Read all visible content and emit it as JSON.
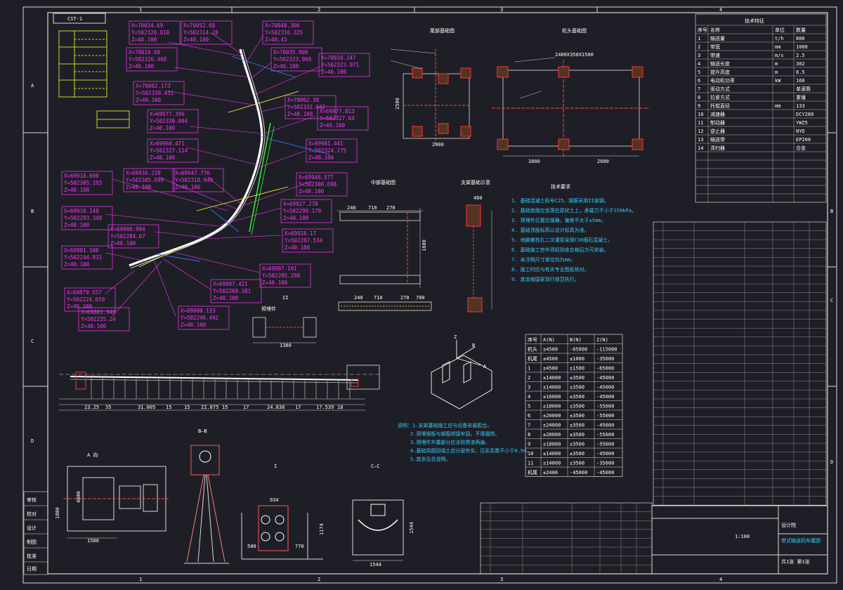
{
  "border_columns": [
    "1",
    "2",
    "3",
    "4"
  ],
  "border_rows": [
    "A",
    "B",
    "C",
    "D"
  ],
  "drawing_code": "CST-1",
  "coord_labels": [
    {
      "X": "X=70034.69",
      "Y": "Y=502320.818",
      "Z": "Z=40.100"
    },
    {
      "X": "X=70052.68",
      "Y": "Y=502314.28",
      "Z": "Z=40.100"
    },
    {
      "X": "X=70048.306",
      "Y": "Y=502316.325",
      "Z": "Z=40.43"
    },
    {
      "X": "X=70016.68",
      "Y": "Y=502326.468",
      "Z": "Z=40.100"
    },
    {
      "X": "X=70035.906",
      "Y": "Y=502323.969",
      "Z": "Z=40.100"
    },
    {
      "X": "X=70018.247",
      "Y": "Y=502323.971",
      "Z": "Z=40.100"
    },
    {
      "X": "X=70002.173",
      "Y": "Y=502330.451",
      "Z": "Z=40.100"
    },
    {
      "X": "X=70002.38",
      "Y": "Y=502332.642",
      "Z": "Z=40.100"
    },
    {
      "X": "X=69977.813",
      "Y": "Y=502327.64",
      "Z": "Z=40.100"
    },
    {
      "X": "X=69977.396",
      "Y": "Y=502330.004",
      "Z": "Z=40.100"
    },
    {
      "X": "X=69981.441",
      "Y": "Y=502324.275",
      "Z": "Z=40.100"
    },
    {
      "X": "X=69960.471",
      "Y": "Y=502327.114",
      "Z": "Z=40.100"
    },
    {
      "X": "X=69918.698",
      "Y": "Y=502305.193",
      "Z": "Z=40.100"
    },
    {
      "X": "X=69936.239",
      "Y": "Y=502305.699",
      "Z": "Z=40.100"
    },
    {
      "X": "X=69947.776",
      "Y": "Y=502318.949",
      "Z": "Z=40.100"
    },
    {
      "X": "X=69946.577",
      "Y": "Y=502300.698",
      "Z": "Z=40.100"
    },
    {
      "X": "X=69910.148",
      "Y": "Y=502293.348",
      "Z": "Z=40.100"
    },
    {
      "X": "X=69927.278",
      "Y": "Y=502299.179",
      "Z": "Z=40.100"
    },
    {
      "X": "X=69900.994",
      "Y": "Y=502284.67",
      "Z": "Z=40.100"
    },
    {
      "X": "X=69916.17",
      "Y": "Y=502287.534",
      "Z": "Z=40.100"
    },
    {
      "X": "X=69881.586",
      "Y": "Y=502244.831",
      "Z": "Z=40.100"
    },
    {
      "X": "X=69907.101",
      "Y": "Y=502285.298",
      "Z": "Z=40.100"
    },
    {
      "X": "X=69879.557",
      "Y": "Y=502224.659",
      "Z": "Z=40.100"
    },
    {
      "X": "X=69897.421",
      "Y": "Y=502268.381",
      "Z": "Z=40.100"
    },
    {
      "X": "X=69865.948",
      "Y": "Y=502235.24",
      "Z": "Z=40.100"
    },
    {
      "X": "X=69880.133",
      "Y": "Y=502246.492",
      "Z": "Z=40.100"
    }
  ],
  "views": {
    "tail_foundation_title": "尾部基础图",
    "head_foundation_title": "机头基础图",
    "middle_foundation_title": "中部基础图",
    "support_foundation_title": "支架基础示意",
    "notes_title": "技术要求",
    "view_a": "A 向",
    "view_bb": "B—B",
    "view_i": "I",
    "view_cc": "C—C",
    "view_ii": "II",
    "anchor_label": "预埋件"
  },
  "dims": {
    "head_width": "2400X350X1500",
    "head_3000": "3000",
    "head_2600": "2600",
    "tail_2000": "2000",
    "tail_2500": "2500",
    "mid_240": "240",
    "mid_710": "710",
    "mid_270": "270",
    "mid_1600": "1600",
    "mid_700": "700",
    "support_460": "460",
    "ii_1380": "1380",
    "a_4600": "4600",
    "a_1002": "1000",
    "a_1500": "1500",
    "i_934": "934",
    "i_500": "500",
    "i_770": "770",
    "i_1174": "1174",
    "cc_1544": "1544",
    "cc_1544b": "1544",
    "prof_segments": [
      "23.25",
      "35",
      "31.005",
      "15",
      "15",
      "22.875",
      "15",
      "17",
      "24.838",
      "17",
      "17.539",
      "18"
    ]
  },
  "notes_lines": [
    "1. 基础混凝土标号C25，钢筋采用II级钢。",
    "2. 基础底面应坐落在原状土上，承载力不小于150kPa。",
    "3. 预埋件位置应准确，偏差不大于±5mm。",
    "4. 基础顶面标高以设计标高为准。",
    "5. 地脚螺栓孔二次灌浆采用C30细石混凝土。",
    "6. 基础施工完毕须经验收合格后方可安装。",
    "7. 未注明尺寸单位均为mm。",
    "8. 施工时应与有关专业图纸核对。",
    "9. 其余按国家现行规范执行。"
  ],
  "notes2_lines": [
    "说明：1.支架基础施工应与设备安装配合。",
    "2.预埋钢板与钢筋焊接牢固，不得漏焊。",
    "3.预埋件外露部分应涂防锈漆两遍。",
    "4.基础周围回填土应分层夯实，压实系数不小于0.94。",
    "5.其余见总说明。"
  ],
  "load_table": {
    "headers": [
      "序号",
      "A(N)",
      "B(N)",
      "Z(N)"
    ],
    "rows": [
      [
        "机头",
        "±4500",
        "-65000",
        "-115000"
      ],
      [
        "机尾",
        "±4500",
        "±1000",
        "-35000"
      ],
      [
        "1",
        "±4500",
        "±1500",
        "-65000"
      ],
      [
        "2",
        "±14000",
        "±3500",
        "-45000"
      ],
      [
        "3",
        "±14000",
        "±3500",
        "-45000"
      ],
      [
        "4",
        "±16000",
        "±3500",
        "-45000"
      ],
      [
        "5",
        "±18000",
        "±3500",
        "-55000"
      ],
      [
        "6",
        "±20000",
        "±3500",
        "-55000"
      ],
      [
        "7",
        "±24000",
        "±3500",
        "-45000"
      ],
      [
        "8",
        "±20000",
        "±3500",
        "-55000"
      ],
      [
        "9",
        "±18000",
        "±3500",
        "-55000"
      ],
      [
        "10",
        "±14000",
        "±3500",
        "-45000"
      ],
      [
        "11",
        "±14000",
        "±3500",
        "-35000"
      ],
      [
        "机尾",
        "±2400",
        "-45000",
        "-45000"
      ]
    ]
  },
  "spec_table": {
    "title": "技术特征",
    "headers": [
      "序号",
      "名称",
      "单位",
      "数量"
    ],
    "rows": [
      [
        "1",
        "输送量",
        "t/h",
        "800"
      ],
      [
        "2",
        "带宽",
        "mm",
        "1000"
      ],
      [
        "3",
        "带速",
        "m/s",
        "2.5"
      ],
      [
        "4",
        "输送长度",
        "m",
        "302"
      ],
      [
        "5",
        "提升高度",
        "m",
        "8.5"
      ],
      [
        "6",
        "电动机功率",
        "kW",
        "160"
      ],
      [
        "7",
        "驱动方式",
        "",
        "单滚筒"
      ],
      [
        "8",
        "拉紧方式",
        "",
        "重锤"
      ],
      [
        "9",
        "托辊直径",
        "mm",
        "133"
      ],
      [
        "10",
        "减速器",
        "",
        "DCY280"
      ],
      [
        "11",
        "制动器",
        "",
        "YWZ5"
      ],
      [
        "12",
        "逆止器",
        "",
        "NYD"
      ],
      [
        "13",
        "输送带",
        "",
        "EP200"
      ],
      [
        "14",
        "清扫器",
        "",
        "合金"
      ]
    ]
  },
  "title_block": {
    "drawing_title": "带式输送机布置图",
    "scale": "1:100",
    "sheet": "共1张 第1张",
    "company": "设计院"
  },
  "left_stamp": [
    "审核",
    "校对",
    "设计",
    "制图",
    "批准",
    "日期"
  ]
}
